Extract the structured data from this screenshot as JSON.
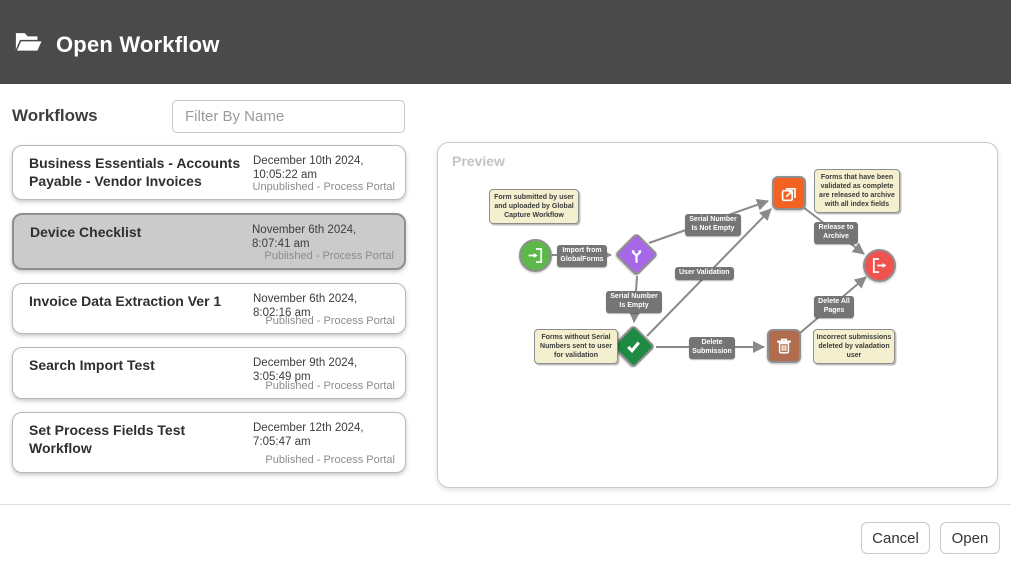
{
  "header": {
    "title": "Open Workflow"
  },
  "workflows_panel": {
    "heading": "Workflows",
    "filter": {
      "placeholder": "Filter By Name",
      "value": ""
    },
    "items": [
      {
        "name": "Business Essentials - Accounts Payable - Vendor Invoices",
        "date": "December 10th 2024, 10:05:22 am",
        "status": "Unpublished - Process Portal",
        "selected": false
      },
      {
        "name": "Device Checklist",
        "date": "November 6th 2024, 8:07:41 am",
        "status": "Published - Process Portal",
        "selected": true
      },
      {
        "name": "Invoice Data Extraction Ver 1",
        "date": "November 6th 2024, 8:02:16 am",
        "status": "Published - Process Portal",
        "selected": false
      },
      {
        "name": "Search Import Test",
        "date": "December 9th 2024, 3:05:49 pm",
        "status": "Published - Process Portal",
        "selected": false
      },
      {
        "name": "Set Process Fields Test Workflow",
        "date": "December 12th 2024, 7:05:47 am",
        "status": "Published - Process Portal",
        "selected": false
      }
    ]
  },
  "preview": {
    "label": "Preview",
    "notes": [
      {
        "text": "Form submitted by user and uploaded by Global Capture Workflow"
      },
      {
        "text": "Forms that have been validated as complete are released to archive with all index fields"
      },
      {
        "text": "Forms without Serial Numbers sent to user for validation"
      },
      {
        "text": "Incorrect submissions deleted by valadation user"
      }
    ],
    "nodes": [
      {
        "id": "import-start",
        "icon": "import-icon",
        "color": "#5cb848"
      },
      {
        "id": "serial-branch",
        "icon": "branch-icon",
        "color": "#a768e8"
      },
      {
        "id": "release-archive",
        "icon": "release-icon",
        "color": "#f26322"
      },
      {
        "id": "user-validation-check",
        "icon": "check-icon",
        "color": "#1f8a44"
      },
      {
        "id": "delete-submission",
        "icon": "trash-icon",
        "color": "#b06c4c"
      },
      {
        "id": "exit-end",
        "icon": "exit-icon",
        "color": "#f0524e"
      }
    ],
    "edge_labels": [
      "Import from GlobalForms",
      "Serial Number Is Not Empty",
      "Serial Number Is Empty",
      "User Validation",
      "Release to Archive",
      "Delete Submission",
      "Delete All Pages"
    ]
  },
  "footer": {
    "cancel_label": "Cancel",
    "open_label": "Open"
  },
  "colors": {
    "header_bg": "#4a4a4a",
    "selected_item_bg": "#cbcbcb",
    "note_bg": "#f3efcf",
    "edge_gray": "#8a8a8a",
    "green": "#5cb848",
    "purple": "#a768e8",
    "dark_green": "#1f8a44",
    "orange": "#f26322",
    "brown": "#b06c4c",
    "red": "#f0524e"
  }
}
